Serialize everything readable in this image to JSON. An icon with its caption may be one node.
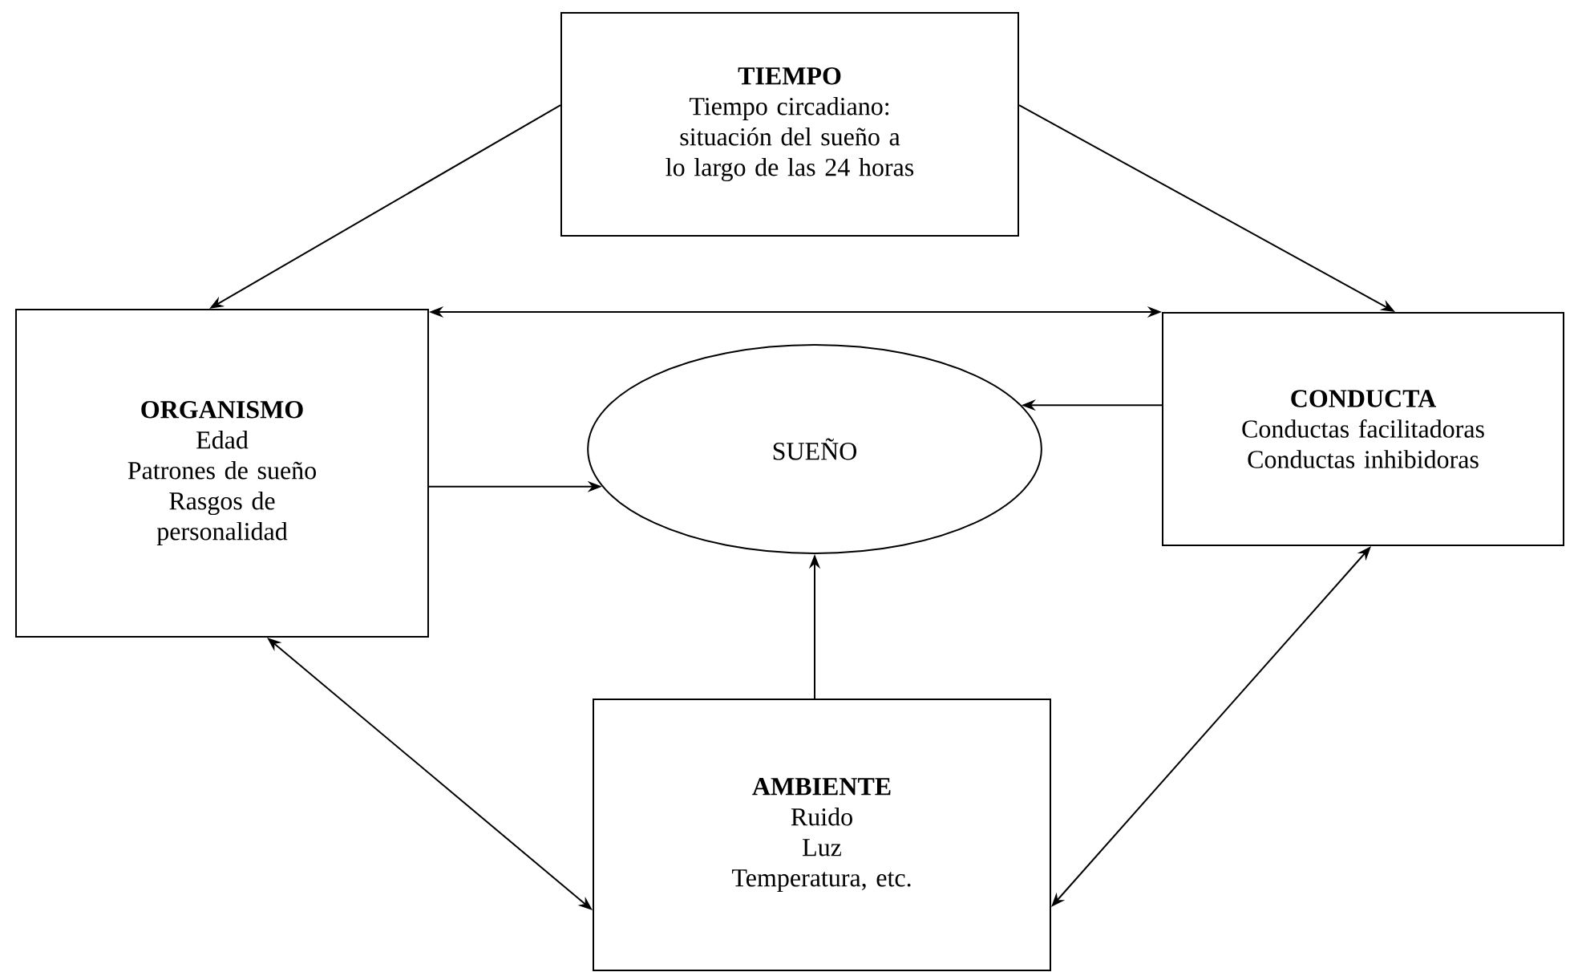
{
  "diagram": {
    "nodes": [
      {
        "text": [
          "TIEMPO",
          "Tiempo circadiano: situación del sueño a lo largo de las 24 horas"
        ]
      },
      {
        "text": [
          "ORGANISMO",
          "Edad",
          "Patrones de sueño",
          "Rasgos de personalidad"
        ]
      },
      {
        "text": [
          "SUEÑO"
        ]
      },
      {
        "text": [
          "CONDUCTA",
          "Conductas facilitadoras",
          "Conductas inhibidoras"
        ]
      },
      {
        "text": [
          "AMBIENTE",
          "Ruido",
          "Luz",
          "Temperatura, etc."
        ]
      }
    ],
    "edges": [
      {
        "from": 0,
        "to": 1,
        "arrow": "to"
      },
      {
        "from": 0,
        "to": 3,
        "arrow": "to"
      },
      {
        "from": 1,
        "to": 3,
        "arrow": "both"
      },
      {
        "from": 1,
        "to": 2,
        "arrow": "to"
      },
      {
        "from": 3,
        "to": 2,
        "arrow": "to"
      },
      {
        "from": 4,
        "to": 2,
        "arrow": "to"
      },
      {
        "from": 1,
        "to": 4,
        "arrow": "both"
      },
      {
        "from": 3,
        "to": 4,
        "arrow": "both"
      }
    ]
  }
}
